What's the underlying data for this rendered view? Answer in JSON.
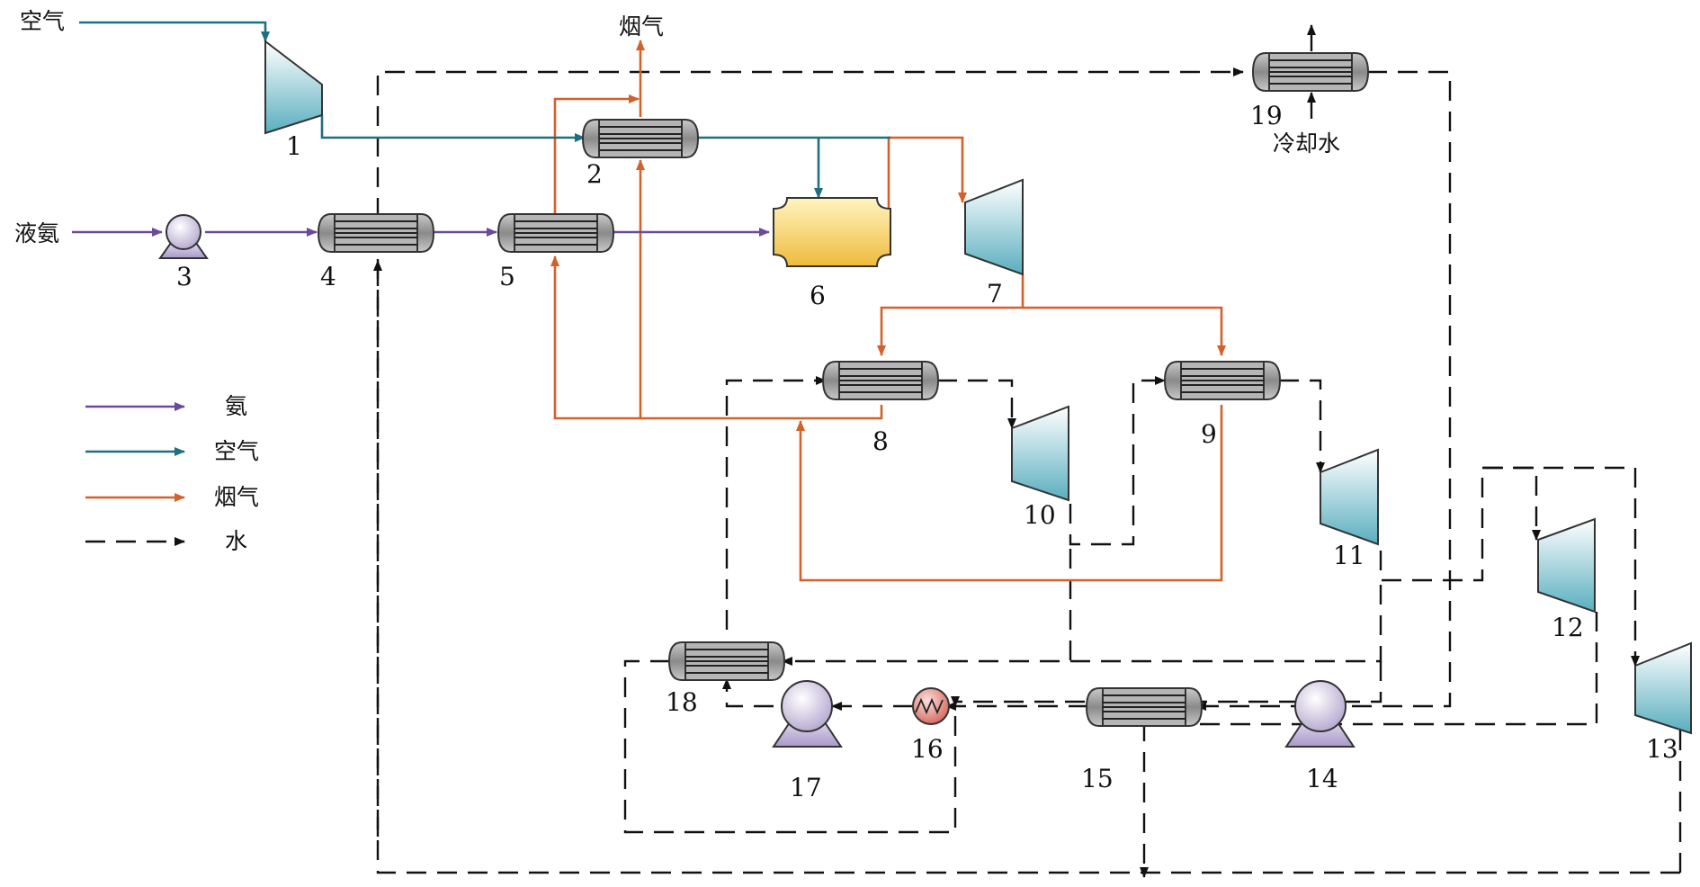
{
  "text_labels": {
    "air_in": "空气",
    "flue_out": "烟气",
    "ammonia_in": "液氨",
    "cooling_water": "冷却水"
  },
  "components": [
    {
      "id": "1",
      "kind": "compressor"
    },
    {
      "id": "2",
      "kind": "heat-exchanger"
    },
    {
      "id": "3",
      "kind": "pump"
    },
    {
      "id": "4",
      "kind": "heat-exchanger"
    },
    {
      "id": "5",
      "kind": "heat-exchanger"
    },
    {
      "id": "6",
      "kind": "combustor"
    },
    {
      "id": "7",
      "kind": "turbine"
    },
    {
      "id": "8",
      "kind": "heat-exchanger"
    },
    {
      "id": "9",
      "kind": "heat-exchanger"
    },
    {
      "id": "10",
      "kind": "turbine"
    },
    {
      "id": "11",
      "kind": "turbine"
    },
    {
      "id": "12",
      "kind": "turbine"
    },
    {
      "id": "13",
      "kind": "turbine"
    },
    {
      "id": "14",
      "kind": "pump"
    },
    {
      "id": "15",
      "kind": "heat-exchanger"
    },
    {
      "id": "16",
      "kind": "heater"
    },
    {
      "id": "17",
      "kind": "pump"
    },
    {
      "id": "18",
      "kind": "heat-exchanger"
    },
    {
      "id": "19",
      "kind": "condenser"
    }
  ],
  "legend": [
    {
      "label": "氨",
      "color": "#6a4a9c",
      "style": "solid"
    },
    {
      "label": "空气",
      "color": "#1e7080",
      "style": "solid"
    },
    {
      "label": "烟气",
      "color": "#d2612a",
      "style": "solid"
    },
    {
      "label": "水",
      "color": "#111111",
      "style": "dashed"
    }
  ]
}
